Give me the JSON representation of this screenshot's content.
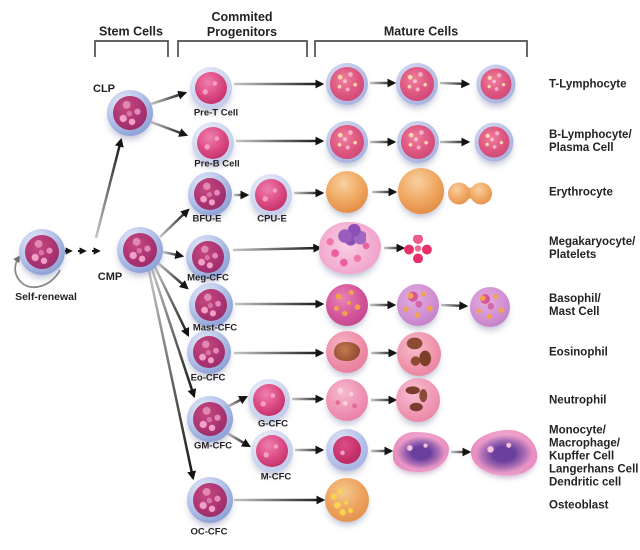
{
  "headers": {
    "stem_cells": "Stem Cells",
    "committed_progenitors": "Commited\nProgenitors",
    "mature_cells": "Mature Cells"
  },
  "stem_section": {
    "self_renewal_label": "Self-renewal",
    "clp_label": "CLP",
    "cmp_label": "CMP"
  },
  "progenitor_labels": {
    "pre_t": "Pre-T Cell",
    "pre_b": "Pre-B Cell",
    "bfu_e": "BFU-E",
    "cpu_e": "CPU-E",
    "meg_cfc": "Meg-CFC",
    "mast_cfc": "Mast-CFC",
    "eo_cfc": "Eo-CFC",
    "gm_cfc": "GM-CFC",
    "g_cfc": "G-CFC",
    "m_cfc": "M-CFC",
    "oc_cfc": "OC-CFC"
  },
  "mature_labels": {
    "t_lymphocyte": "T-Lymphocyte",
    "b_lymphocyte": "B-Lymphocyte/\nPlasma Cell",
    "erythrocyte": "Erythrocyte",
    "megakaryocyte": "Megakaryocyte/\nPlatelets",
    "basophil": "Basophil/\nMast Cell",
    "eosinophil": "Eosinophil",
    "neutrophil": "Neutrophil",
    "monocyte": "Monocyte/\nMacrophage/\nKupffer Cell\nLangerhans Cell\nDendritic cell",
    "osteoblast": "Osteoblast"
  },
  "colors": {
    "cell_halo_blue": "#9fb2de",
    "nucleus_magenta": "#c23d7d",
    "erythrocyte_orange": "#eda05f",
    "platelet_pink": "#e73069",
    "macrophage_purple": "#6b3f9e",
    "arrow_dark": "#141414",
    "text_dark": "#262223"
  }
}
